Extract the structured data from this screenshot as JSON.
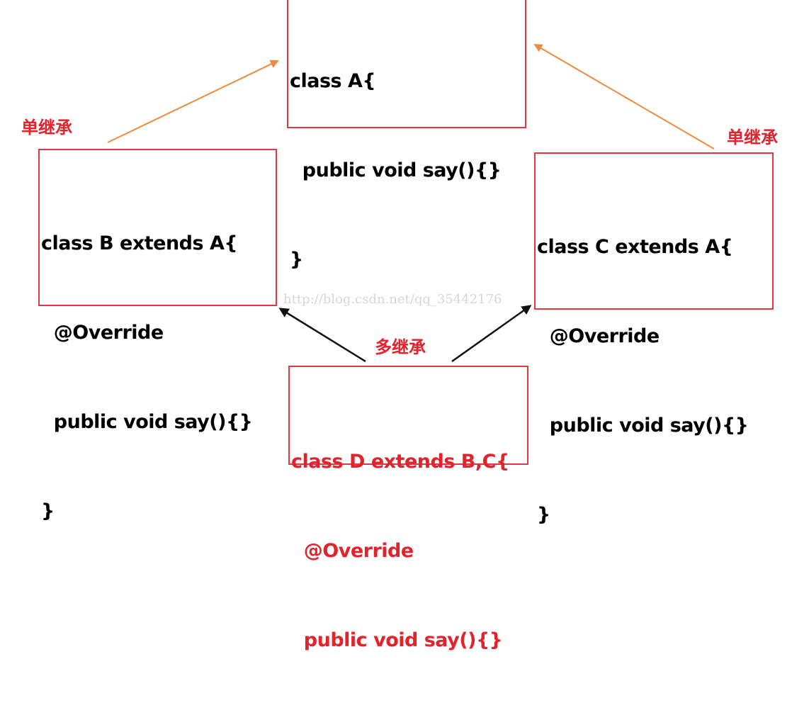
{
  "boxes": {
    "a": {
      "lines": [
        "class A{",
        "  public void say(){}",
        "}"
      ]
    },
    "b": {
      "lines": [
        "class B extends A{",
        "  @Override",
        "  public void say(){}",
        "}"
      ]
    },
    "c": {
      "lines": [
        "class C extends A{",
        "  @Override",
        "  public void say(){}",
        "}"
      ]
    },
    "d": {
      "lines": [
        "class D extends B,C{",
        "  @Override",
        "  public void say(){}"
      ]
    }
  },
  "labels": {
    "single_left": "单继承",
    "single_right": "单继承",
    "multi": "多继承"
  },
  "watermark": "http://blog.csdn.net/qq_35442176",
  "colors": {
    "box_border": "#e0383e",
    "label": "#e4222c",
    "single_arrow": "#f08a3c",
    "multi_arrow": "#111111",
    "d_text": "#e4222c"
  }
}
